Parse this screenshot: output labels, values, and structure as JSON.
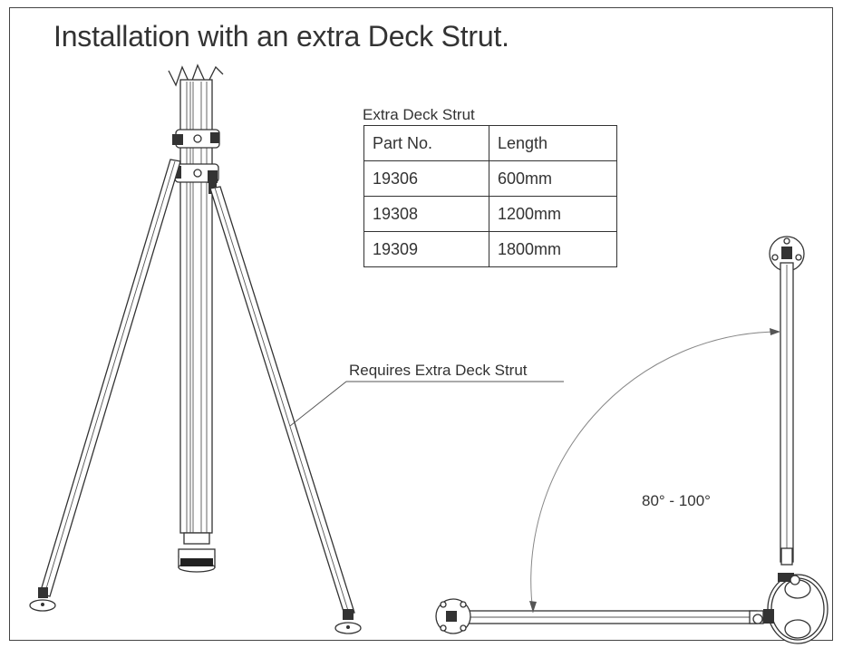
{
  "title": "Installation with an extra Deck Strut.",
  "parts_table": {
    "caption": "Extra Deck Strut",
    "headers": [
      "Part No.",
      "Length"
    ],
    "rows": [
      [
        "19306",
        "600mm"
      ],
      [
        "19308",
        "1200mm"
      ],
      [
        "19309",
        "1800mm"
      ]
    ]
  },
  "callout": "Requires Extra Deck Strut",
  "angle_range": "80° - 100°"
}
